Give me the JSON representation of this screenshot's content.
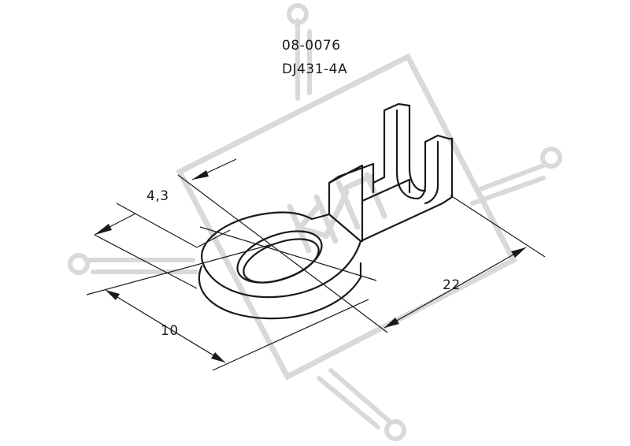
{
  "part": {
    "article": "08-0076",
    "model": "DJ431-4A"
  },
  "dimensions": {
    "hole": "4,3",
    "ring_width": "10",
    "length": "22"
  },
  "watermark": {
    "text": "КИП",
    "color": "#d9d9d9"
  },
  "colors": {
    "line": "#1a1a1a",
    "background": "#ffffff"
  }
}
